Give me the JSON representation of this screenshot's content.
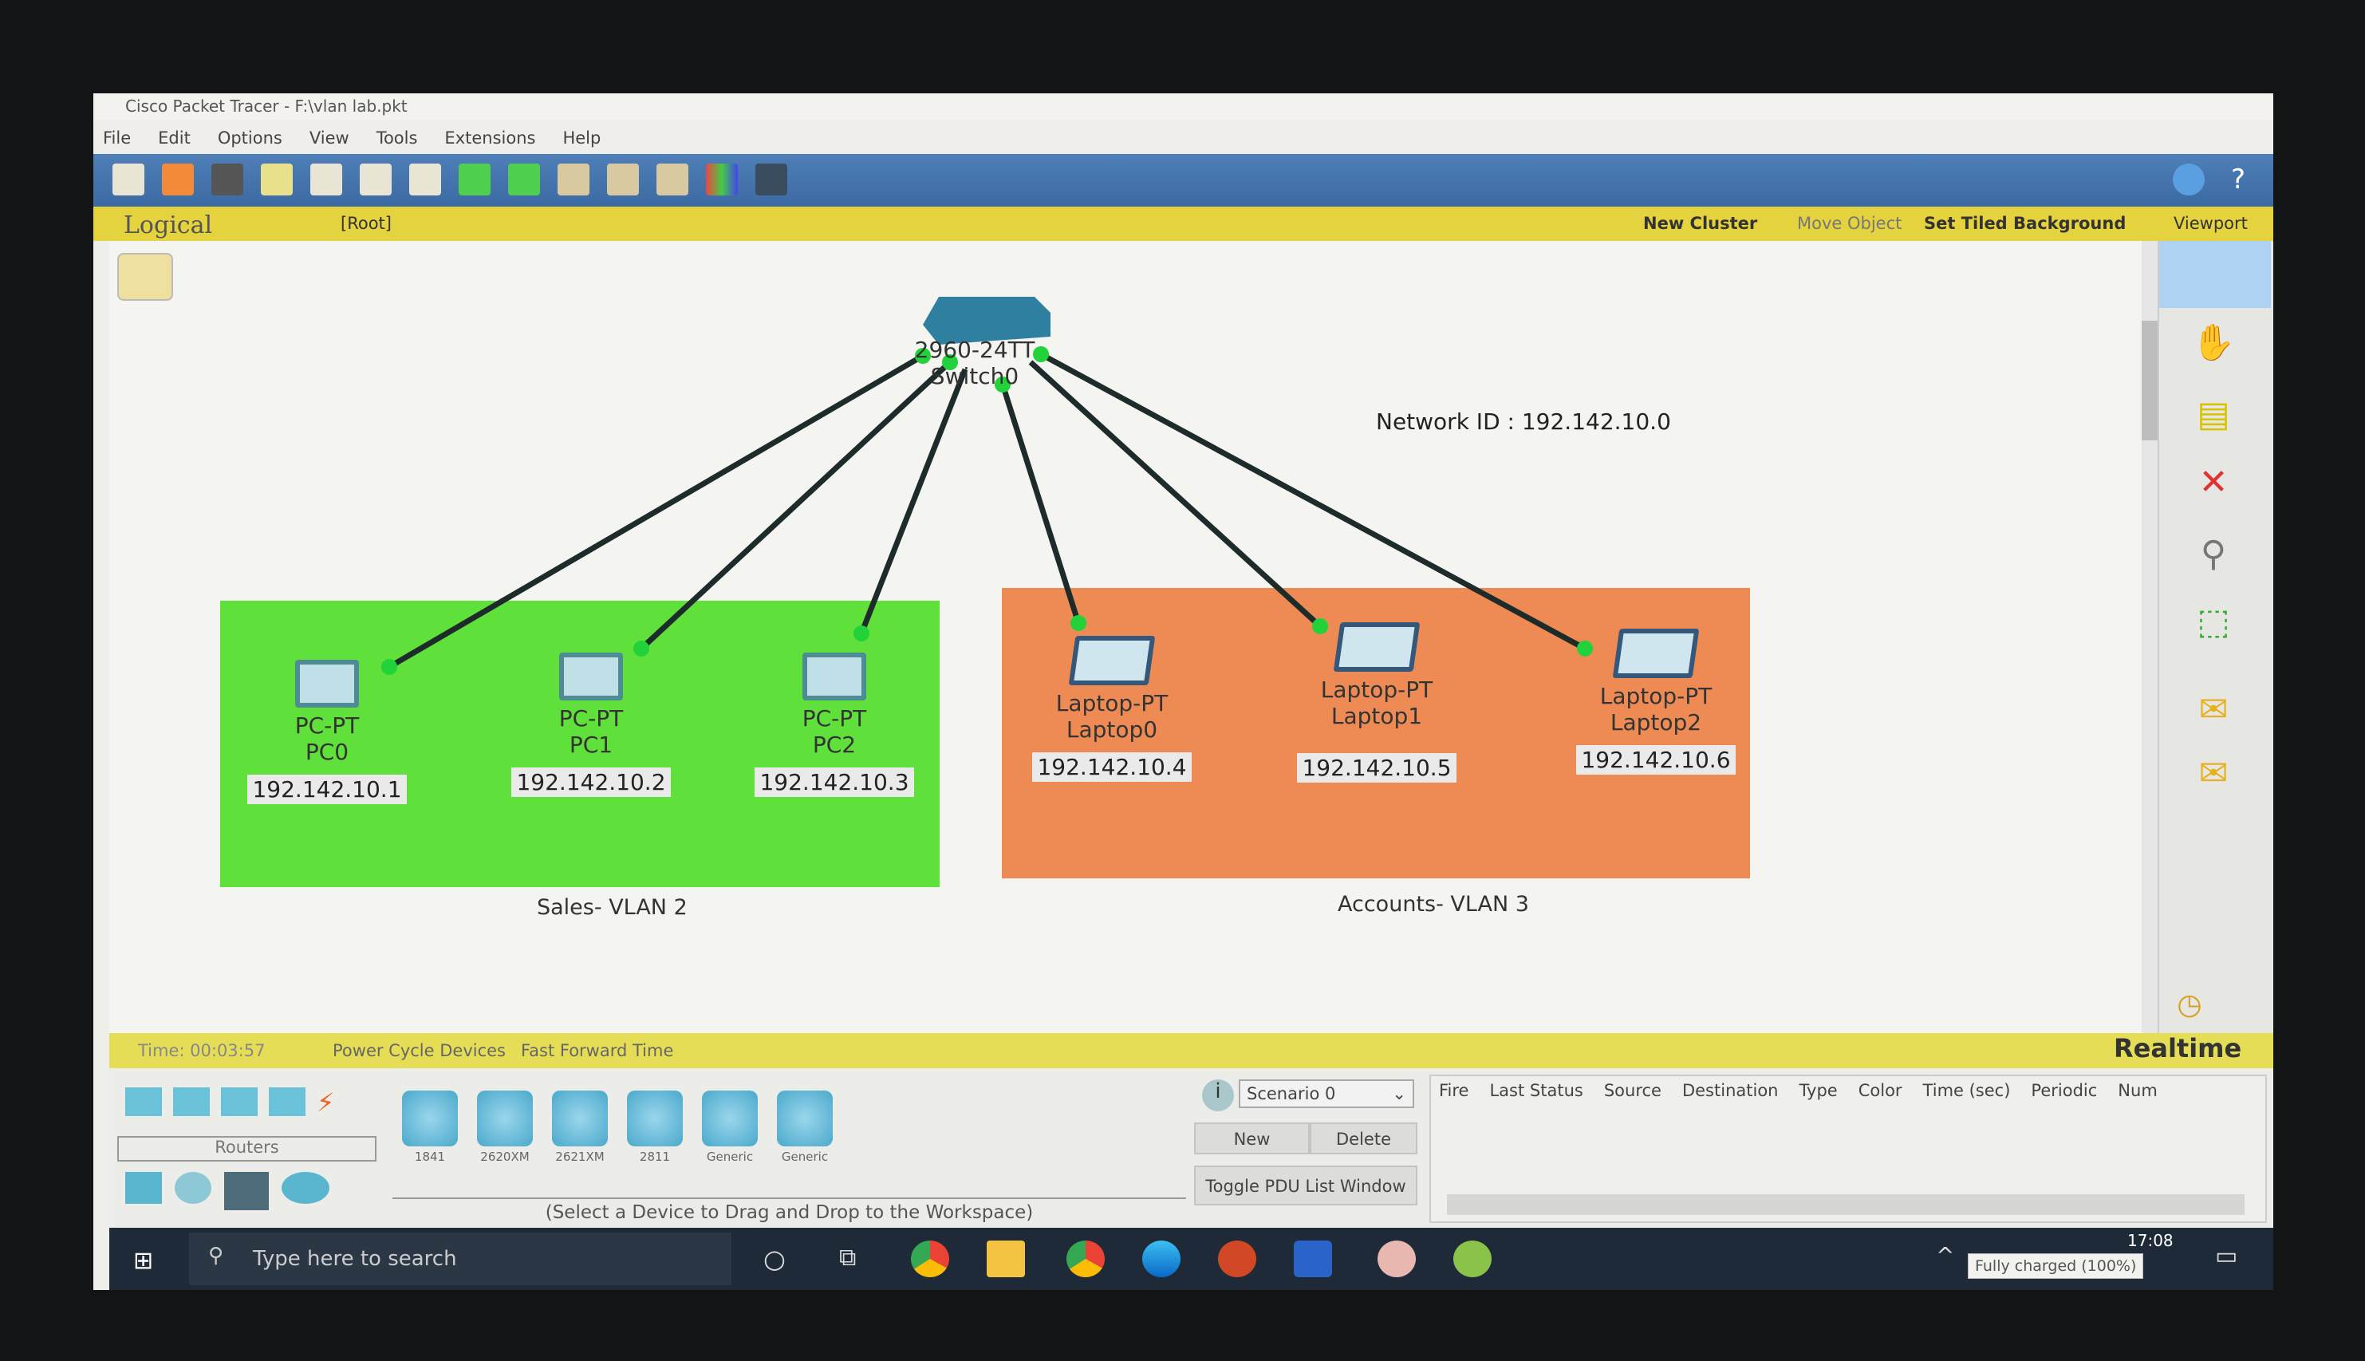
{
  "window": {
    "title": "Cisco Packet Tracer - F:\\vlan lab.pkt"
  },
  "menu": [
    "File",
    "Edit",
    "Options",
    "View",
    "Tools",
    "Extensions",
    "Help"
  ],
  "logical_bar": {
    "mode": "Logical",
    "path": "[Root]",
    "new_cluster": "New Cluster",
    "move_object": "Move Object",
    "set_tiled_background": "Set Tiled Background",
    "viewport": "Viewport"
  },
  "topology": {
    "switch": {
      "model": "2960-24TT",
      "name": "Switch0"
    },
    "network_id": "Network ID : 192.142.10.0",
    "vlans": [
      {
        "label": "Sales- VLAN 2",
        "color": "#5fe03a",
        "devices": [
          {
            "type": "PC-PT",
            "name": "PC0",
            "ip": "192.142.10.1"
          },
          {
            "type": "PC-PT",
            "name": "PC1",
            "ip": "192.142.10.2"
          },
          {
            "type": "PC-PT",
            "name": "PC2",
            "ip": "192.142.10.3"
          }
        ]
      },
      {
        "label": "Accounts- VLAN 3",
        "color": "#ee8b55",
        "devices": [
          {
            "type": "Laptop-PT",
            "name": "Laptop0",
            "ip": "192.142.10.4"
          },
          {
            "type": "Laptop-PT",
            "name": "Laptop1",
            "ip": "192.142.10.5"
          },
          {
            "type": "Laptop-PT",
            "name": "Laptop2",
            "ip": "192.142.10.6"
          }
        ]
      }
    ]
  },
  "bottom_bar": {
    "time": "Time: 00:03:57",
    "power_cycle": "Power Cycle Devices",
    "fast_forward": "Fast Forward Time",
    "mode": "Realtime"
  },
  "device_panel": {
    "category": "Routers",
    "models": [
      "1841",
      "2620XM",
      "2621XM",
      "2811",
      "Generic",
      "Generic"
    ],
    "hint": "(Select a Device to Drag and Drop to the Workspace)"
  },
  "pdu_panel": {
    "scenario": "Scenario 0",
    "new": "New",
    "delete": "Delete",
    "toggle": "Toggle PDU List Window",
    "columns": [
      "Fire",
      "Last Status",
      "Source",
      "Destination",
      "Type",
      "Color",
      "Time (sec)",
      "Periodic",
      "Num"
    ]
  },
  "taskbar": {
    "search_placeholder": "Type here to search",
    "time": "17:08",
    "battery_tooltip": "Fully charged (100%)"
  }
}
